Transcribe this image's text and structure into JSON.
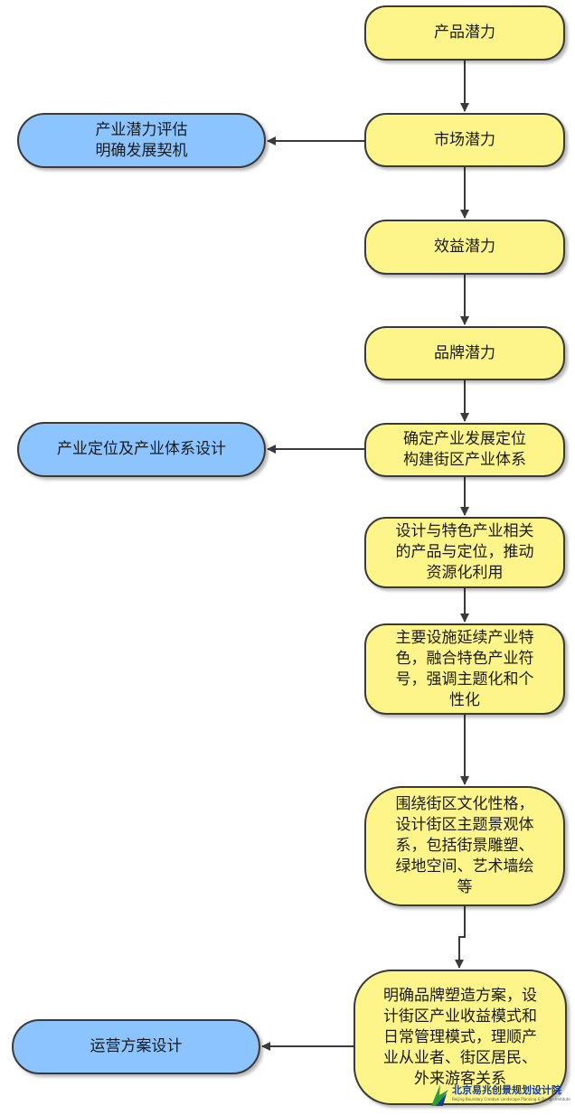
{
  "flowchart": {
    "main": [
      {
        "id": "product-potential",
        "text": "产品潜力"
      },
      {
        "id": "market-potential",
        "text": "市场潜力"
      },
      {
        "id": "benefit-potential",
        "text": "效益潜力"
      },
      {
        "id": "brand-potential",
        "text": "品牌潜力"
      },
      {
        "id": "positioning",
        "text": "确定产业发展定位\n构建街区产业体系"
      },
      {
        "id": "product-design",
        "text": "设计与特色产业相关\n的产品与定位，推动\n资源化利用"
      },
      {
        "id": "facility-design",
        "text": "主要设施延续产业特\n色，融合特色产业符\n号，强调主题化和个\n性化"
      },
      {
        "id": "landscape-design",
        "text": "围绕街区文化性格，\n设计街区主题景观体\n系，包括街景雕塑、\n绿地空间、艺术墙绘\n等"
      },
      {
        "id": "brand-plan",
        "text": "明确品牌塑造方案，设\n计街区产业收益模式和\n日常管理模式，理顺产\n业从业者、街区居民、\n外来游客关系"
      }
    ],
    "side": [
      {
        "id": "industry-assessment",
        "text": "产业潜力评估\n明确发展契机"
      },
      {
        "id": "industry-system-design",
        "text": "产业定位及产业体系设计"
      },
      {
        "id": "operation-design",
        "text": "运营方案设计"
      }
    ]
  },
  "logo": {
    "text": "北京易兆创景规划设计院",
    "subtext": "Beijing Boundary Creative Landscape Planning & Design Institute"
  },
  "colors": {
    "main_fill": "#fdf58a",
    "side_fill": "#8cc4ff",
    "stroke": "#3a3a3a"
  }
}
